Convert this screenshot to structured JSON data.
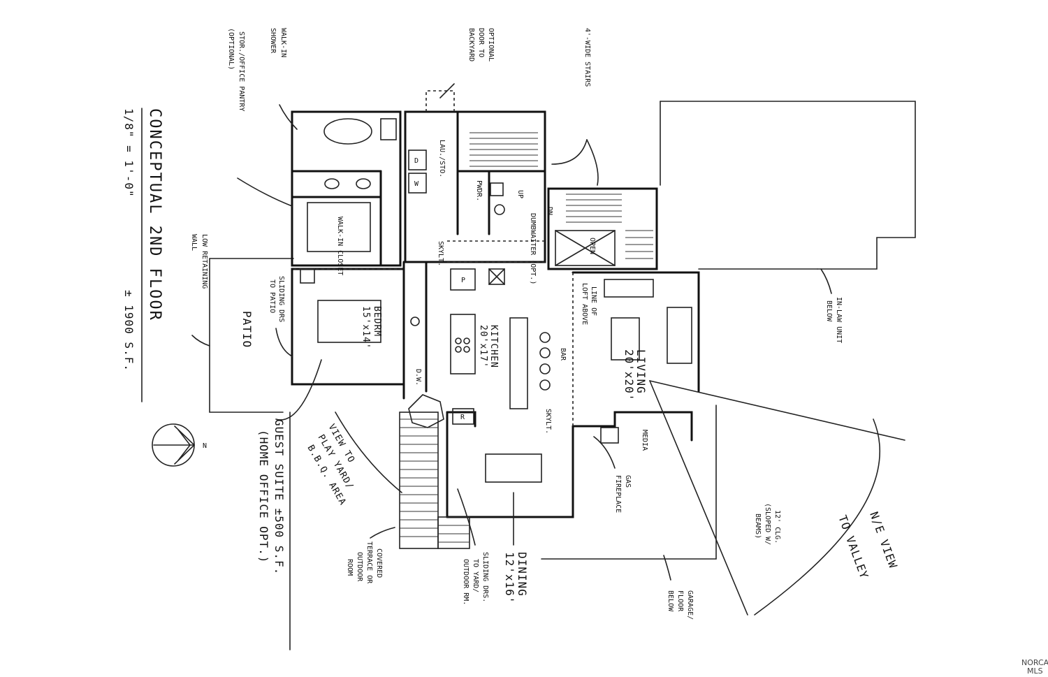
{
  "title": {
    "line1": "CONCEPTUAL 2ND FLOOR",
    "scale": "1/8\" = 1'-0\"",
    "area": "± 1900 S.F."
  },
  "north_label": "N",
  "rooms": {
    "patio": "PATIO",
    "bedroom": "BEDRM",
    "bedroom_size": "15'x14'",
    "walkin_closet": "WALK-IN CLOSET",
    "laundry": "LAU./STO.",
    "pwdr": "PWDR.",
    "kitchen": "KITCHEN",
    "kitchen_size": "20'x17'",
    "living": "LIVING",
    "living_size": "20'x20'",
    "dining": "DINING",
    "dining_size": "12'x16'",
    "bar": "BAR",
    "media": "MEDIA",
    "open": "OPEN",
    "up": "UP",
    "dn": "DN",
    "dumbwaiter": "DUMBWAITER (OPT.)",
    "skylt1": "SKYLT.",
    "skylt2": "SKYLT.",
    "dw": "D.W.",
    "p": "P",
    "r": "R",
    "d": "D",
    "w": "W"
  },
  "notes": {
    "walk_in_shower": [
      "WALK-IN",
      "SHOWER"
    ],
    "storage_office": [
      "STOR./OFFICE PANTRY",
      "(OPTIONAL)"
    ],
    "optional_door": [
      "OPTIONAL",
      "DOOR TO",
      "BACKYARD"
    ],
    "wide_stairs": [
      "4'-WIDE STAIRS"
    ],
    "low_retaining_wall": [
      "LOW RETAINING",
      "WALL"
    ],
    "sliding_patio": [
      "SLIDING DRS",
      "TO PATIO"
    ],
    "guest_suite": [
      "GUEST SUITE ±500 S.F.",
      "(HOME OFFICE OPT.)"
    ],
    "view_play_yard": [
      "VIEW TO",
      "PLAY YARD/",
      "B.B.Q. AREA"
    ],
    "covered_terrace": [
      "COVERED",
      "TERRACE OR",
      "OUTDOOR",
      "ROOM"
    ],
    "sliding_yard": [
      "SLIDING DRS.",
      "TO YARD/",
      "OUTDOOR RM."
    ],
    "line_of_loft": [
      "LINE OF",
      "LOFT ABOVE"
    ],
    "gas_fireplace": [
      "GAS",
      "FIREPLACE"
    ],
    "garage_below": [
      "GARAGE/",
      "FLOOR",
      "BELOW"
    ],
    "ceiling": [
      "12' CLG.",
      "(SLOPED W/",
      "BEAMS)"
    ],
    "ne_view": [
      "N/E VIEW",
      "TO VALLEY"
    ],
    "inlaw_below": [
      "IN-LAW UNIT",
      "BELOW"
    ]
  },
  "watermark": {
    "line1": "NORCAL",
    "line2": "MLS"
  }
}
